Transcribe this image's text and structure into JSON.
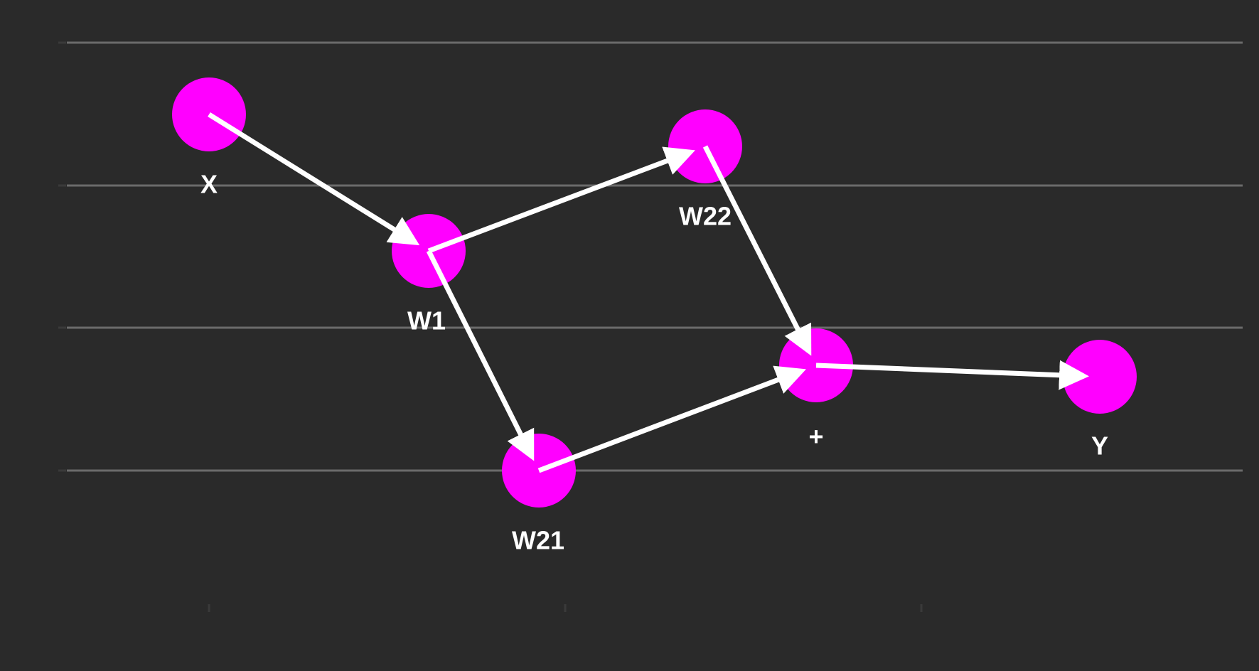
{
  "diagram": {
    "nodes": [
      {
        "id": "X",
        "label": "X"
      },
      {
        "id": "W1",
        "label": "W1"
      },
      {
        "id": "W21",
        "label": "W21"
      },
      {
        "id": "W22",
        "label": "W22"
      },
      {
        "id": "add",
        "label": "+"
      },
      {
        "id": "Y",
        "label": "Y"
      }
    ],
    "edges": [
      {
        "from": "X",
        "to": "W1"
      },
      {
        "from": "W1",
        "to": "W22"
      },
      {
        "from": "W1",
        "to": "W21"
      },
      {
        "from": "W22",
        "to": "add"
      },
      {
        "from": "W21",
        "to": "add"
      },
      {
        "from": "add",
        "to": "Y"
      }
    ]
  },
  "colors": {
    "background": "#2a2a2a",
    "node_fill": "#ff00ff",
    "edge": "#ffffff",
    "label": "#ffffff",
    "grid": "#6b6b6b",
    "tick": "#3a3a3a"
  }
}
